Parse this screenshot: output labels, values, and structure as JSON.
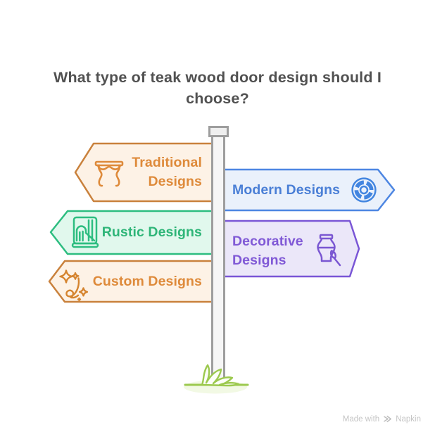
{
  "title": {
    "text": "What type of teak wood door design should I choose?",
    "lines": [
      "What type of teak wood door design should I",
      "choose?"
    ]
  },
  "signs": [
    {
      "label": "Traditional Designs",
      "direction": "left",
      "icon": "antique-table-icon",
      "border": "#c9813c",
      "background": "#fdf2e6",
      "text_color": "#de8a3a"
    },
    {
      "label": "Modern Designs",
      "direction": "right",
      "icon": "geometric-rosette-icon",
      "border": "#4d86e2",
      "background": "#eaf1fb",
      "text_color": "#4a7fd6"
    },
    {
      "label": "Rustic Designs",
      "direction": "left",
      "icon": "rustic-door-icon",
      "border": "#2dbd80",
      "background": "#e1f8ed",
      "text_color": "#2eb578"
    },
    {
      "label": "Decorative Designs",
      "direction": "right",
      "icon": "vase-paintbrush-icon",
      "border": "#7a56d6",
      "background": "#ebe7f9",
      "text_color": "#8059d6"
    },
    {
      "label": "Custom Designs",
      "direction": "left",
      "icon": "magic-wand-sparkles-icon",
      "border": "#c9813c",
      "background": "#fdf2e6",
      "text_color": "#de8a3a"
    }
  ],
  "signpost": {
    "pole_fill": "#f6f6f6",
    "pole_border": "#9e9e9e",
    "grass_color": "#9cc94e",
    "grass_shadow": "#f2f9e4"
  },
  "watermark": {
    "text": "Made with",
    "brand": "Napkin",
    "icon": "napkin-logo-icon"
  }
}
